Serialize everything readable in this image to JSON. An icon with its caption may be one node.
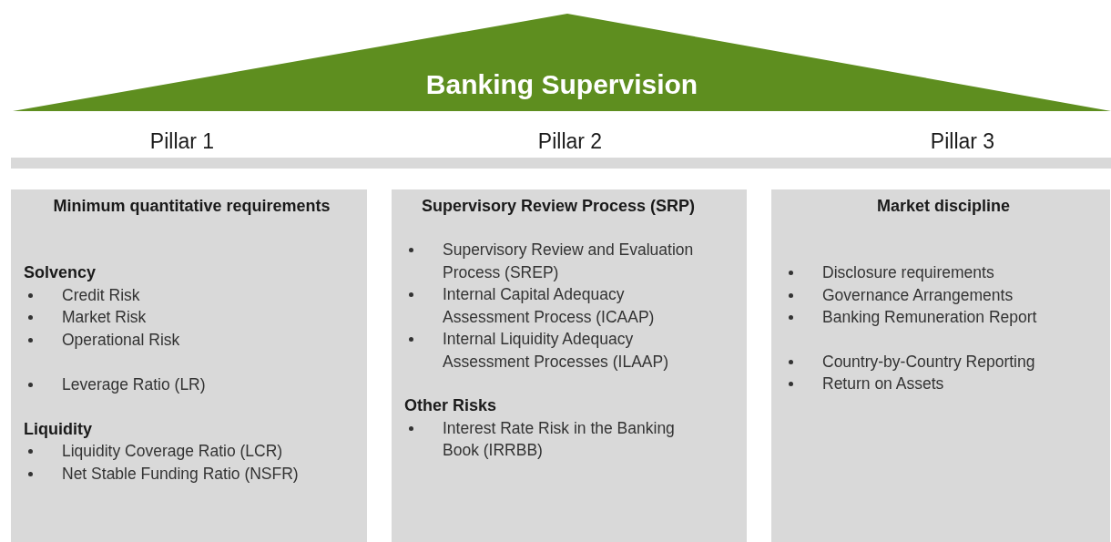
{
  "diagram": {
    "nodes": [
      {
        "text": [
          "Banking Supervision"
        ]
      },
      {
        "text": [
          "Minimum quantitative requirements",
          "Solvency",
          "Credit Risk",
          "Market Risk",
          "Operational Risk",
          "Leverage Ratio (LR)",
          "Liquidity",
          "Liquidity Coverage Ratio (LCR)",
          "Net Stable Funding Ratio (NSFR)"
        ]
      },
      {
        "text": [
          "Supervisory Review Process (SRP)",
          "Supervisory Review and Evaluation Process (SREP)",
          "Internal Capital Adequacy Assessment Process (ICAAP)",
          "Internal Liquidity Adequacy Assessment Processes (ILAAP)",
          "Other Risks",
          "Interest Rate Risk in the Banking Book (IRRBB)"
        ]
      },
      {
        "text": [
          "Market discipline",
          "Disclosure requirements",
          "Governance Arrangements",
          "Banking Remuneration Report",
          "Country-by-Country Reporting",
          "Return on Assets"
        ]
      }
    ],
    "labels": [
      "Pillar 1",
      "Pillar 2",
      "Pillar 3"
    ]
  }
}
